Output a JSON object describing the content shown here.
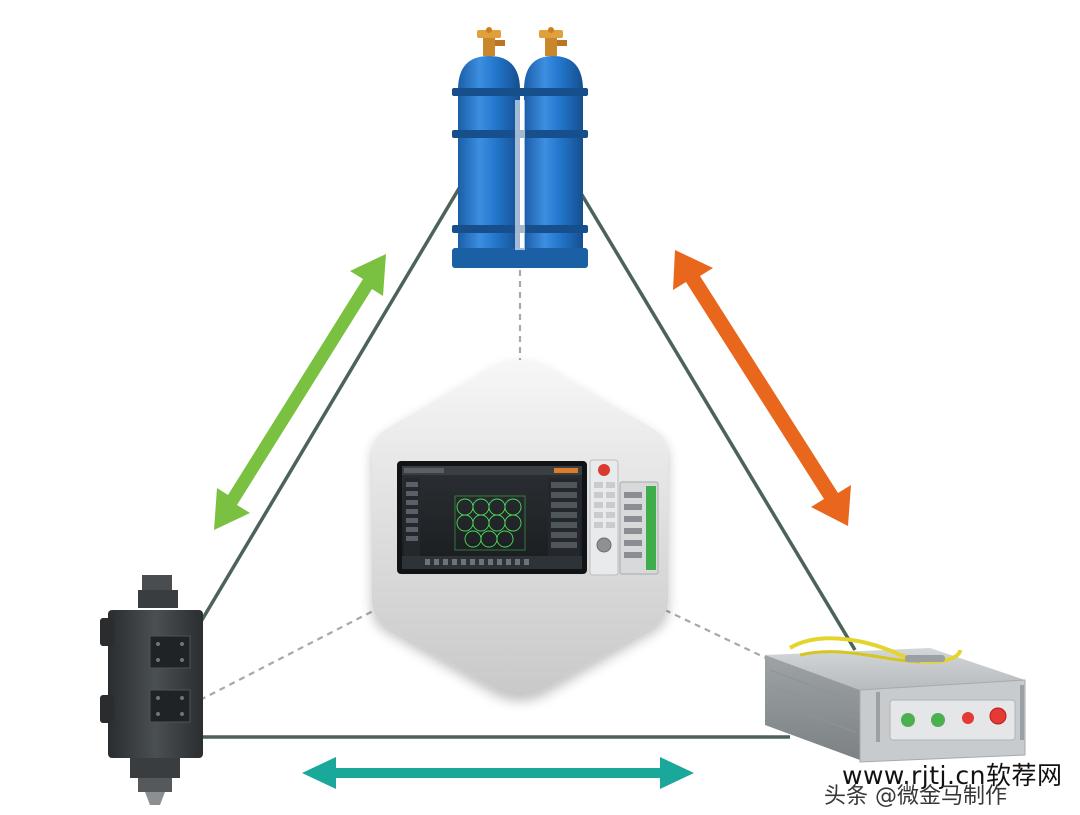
{
  "diagram": {
    "nodes": [
      {
        "id": "gas",
        "name": "gas cylinders"
      },
      {
        "id": "controller",
        "name": "CNC controller with touchscreen"
      },
      {
        "id": "head",
        "name": "laser cutting head"
      },
      {
        "id": "laser",
        "name": "fiber laser source"
      }
    ],
    "links": [
      {
        "from": "gas",
        "to": "head",
        "color": "#7ac142"
      },
      {
        "from": "gas",
        "to": "laser",
        "color": "#e8671d"
      },
      {
        "from": "head",
        "to": "laser",
        "color": "#1aa89a"
      }
    ]
  },
  "colors": {
    "triangle": "#4b6358",
    "dashed": "#a8a8a8",
    "green_arrow": "#7ac142",
    "orange_arrow": "#e8671d",
    "teal_arrow": "#1aa89a",
    "cylinder_blue": "#1f6fc0",
    "laser_panel_green": "#4caf50",
    "laser_panel_red": "#e53935"
  },
  "watermark": {
    "line1": "www.rjtj.cn软荐网",
    "line2": "头条 @微金马制作"
  }
}
